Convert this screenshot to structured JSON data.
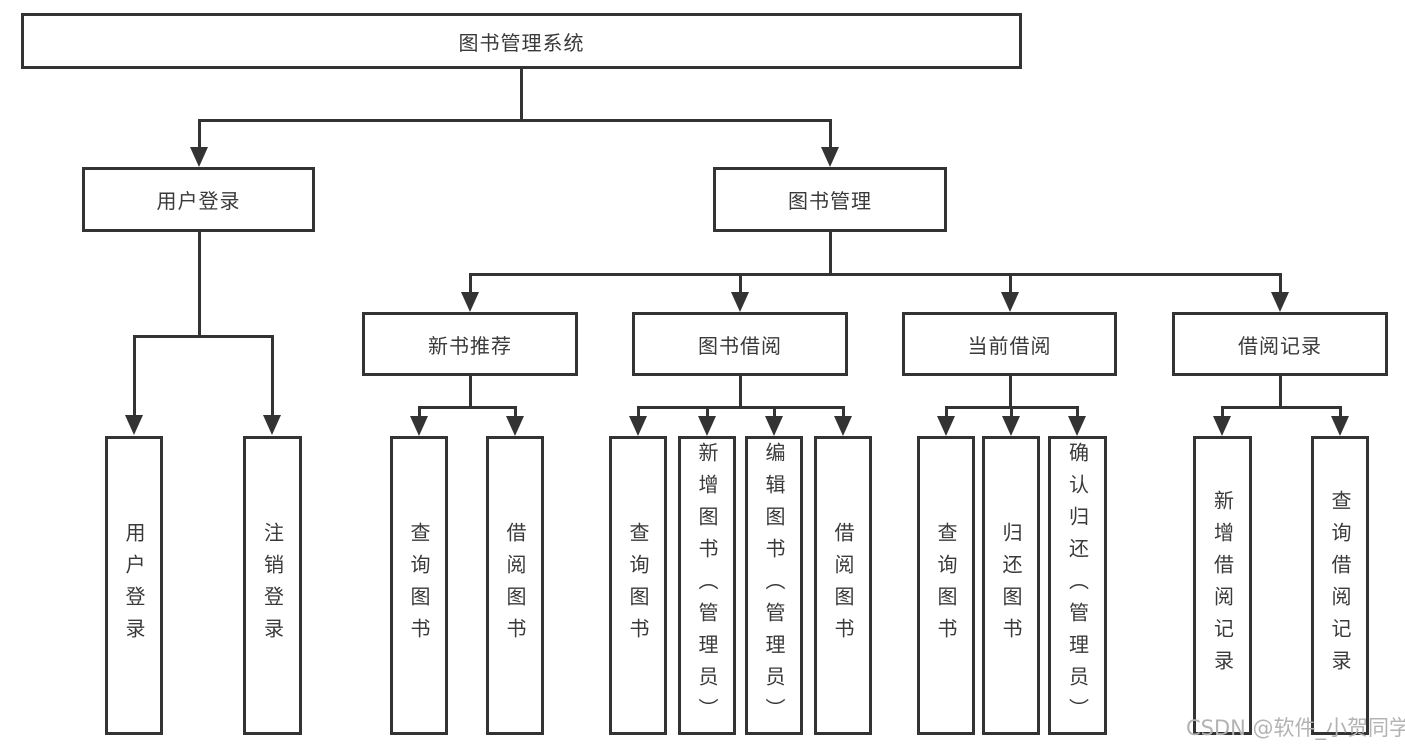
{
  "tree": {
    "label": "图书管理系统",
    "children": [
      {
        "label": "用户登录",
        "children": [
          {
            "label": "用户登录"
          },
          {
            "label": "注销登录"
          }
        ]
      },
      {
        "label": "图书管理",
        "children": [
          {
            "label": "新书推荐",
            "children": [
              {
                "label": "查询图书"
              },
              {
                "label": "借阅图书"
              }
            ]
          },
          {
            "label": "图书借阅",
            "children": [
              {
                "label": "查询图书"
              },
              {
                "label": "新增图书（管理员）"
              },
              {
                "label": "编辑图书（管理员）"
              },
              {
                "label": "借阅图书"
              }
            ]
          },
          {
            "label": "当前借阅",
            "children": [
              {
                "label": "查询图书"
              },
              {
                "label": "归还图书"
              },
              {
                "label": "确认归还（管理员）"
              }
            ]
          },
          {
            "label": "借阅记录",
            "children": [
              {
                "label": "新增借阅记录"
              },
              {
                "label": "查询借阅记录"
              }
            ]
          }
        ]
      }
    ]
  },
  "watermark": {
    "text": "CSDN @软件_小贺同学"
  },
  "colors": {
    "line": "#333333",
    "text": "#3a3a3a",
    "watermark": "#b3b3b3",
    "background": "#ffffff"
  }
}
